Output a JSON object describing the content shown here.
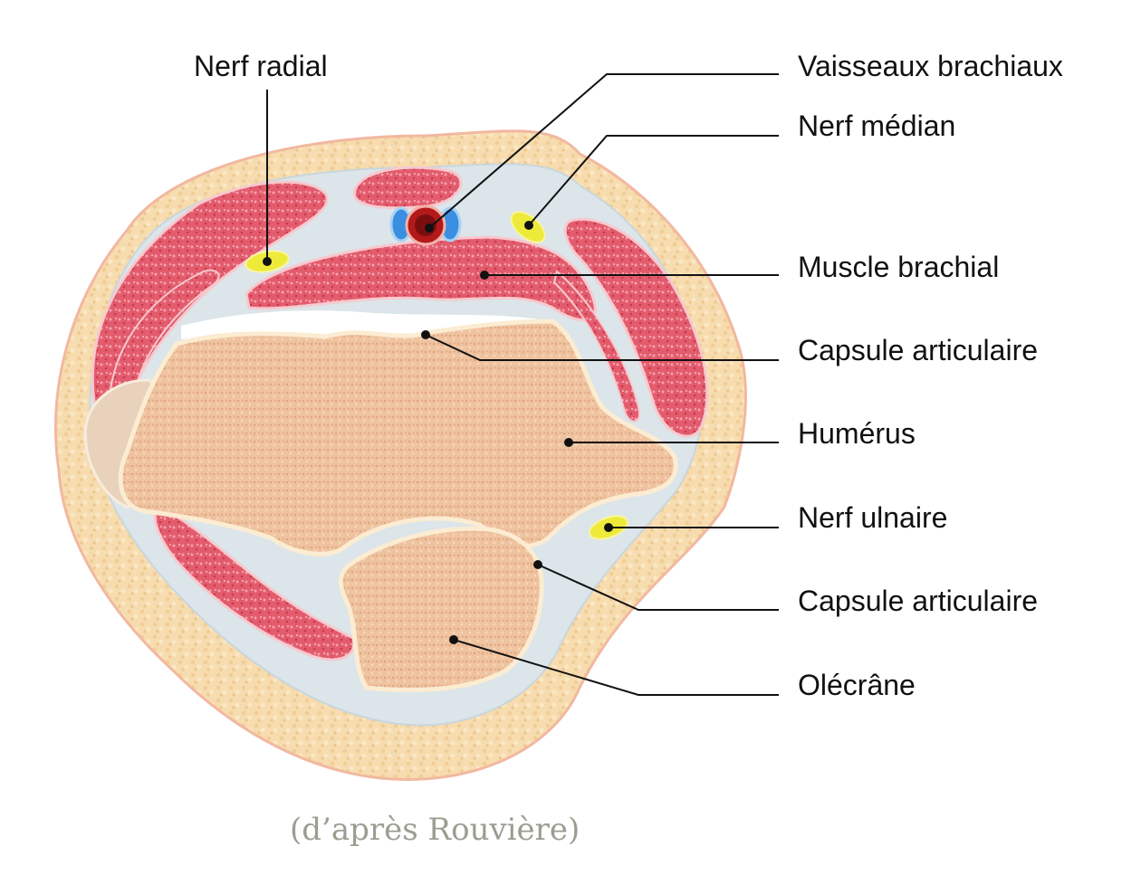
{
  "labels": {
    "nerf_radial": "Nerf radial",
    "vaisseaux_brachiaux": "Vaisseaux brachiaux",
    "nerf_median": "Nerf médian",
    "muscle_brachial": "Muscle brachial",
    "capsule_articulaire_1": "Capsule articulaire",
    "humerus": "Humérus",
    "nerf_ulnaire": "Nerf ulnaire",
    "capsule_articulaire_2": "Capsule articulaire",
    "olecrane": "Olécrâne"
  },
  "credit": "(d’après Rouvière)",
  "colors": {
    "skin_outline": "#f2b8a0",
    "subcutaneous_fat": "#f6dcae",
    "fascia": "#d9e3e8",
    "muscle": "#e45a6c",
    "muscle_light": "#f6c6cc",
    "bone": "#f0c7a2",
    "bone_outline": "#fbecd2",
    "nerve": "#eeea3a",
    "artery": "#b21a1a",
    "vein": "#3a8fe0",
    "credit_text": "#9a9e90"
  }
}
